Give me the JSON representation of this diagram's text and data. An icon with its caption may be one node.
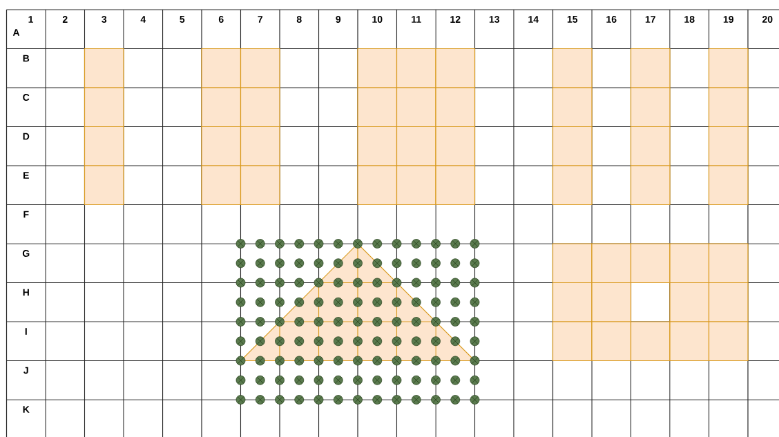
{
  "diagram": {
    "labels": [
      "1",
      "2",
      "3",
      "4",
      "5",
      "6",
      "7",
      "8",
      "9",
      "10",
      "11",
      "12",
      "13",
      "14",
      "15",
      "16",
      "17",
      "18",
      "19",
      "20",
      "A",
      "B",
      "C",
      "D",
      "E",
      "F",
      "G",
      "H",
      "I",
      "J",
      "K"
    ]
  }
}
